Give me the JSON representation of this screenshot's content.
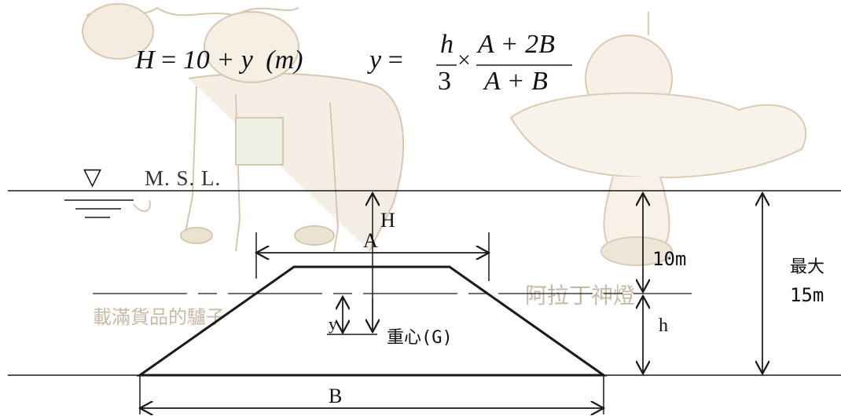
{
  "formulas": {
    "H_lhs": "H",
    "H_eq": "=",
    "H_rhs": "10 + y",
    "H_unit": "(m)",
    "y_lhs": "y",
    "y_eq": "=",
    "h_num": "h",
    "h_den": "3",
    "times": "×",
    "frac_num": "A + 2B",
    "frac_den": "A + B"
  },
  "labels": {
    "water_symbol": "▽",
    "msl": "M. S. L.",
    "H": "H",
    "A": "A",
    "ten_m": "10m",
    "y": "y",
    "cog": "重心(G)",
    "h": "h",
    "B": "B",
    "max_line1": "最大",
    "max_line2": "15m"
  },
  "watermark": {
    "left_text": "載滿貨品的驢子",
    "right_text": "阿拉丁神燈"
  },
  "colors": {
    "line": "#1a1a1a",
    "watermark": "#c9b9a4",
    "watermark_fill": "#f1e6d6"
  }
}
